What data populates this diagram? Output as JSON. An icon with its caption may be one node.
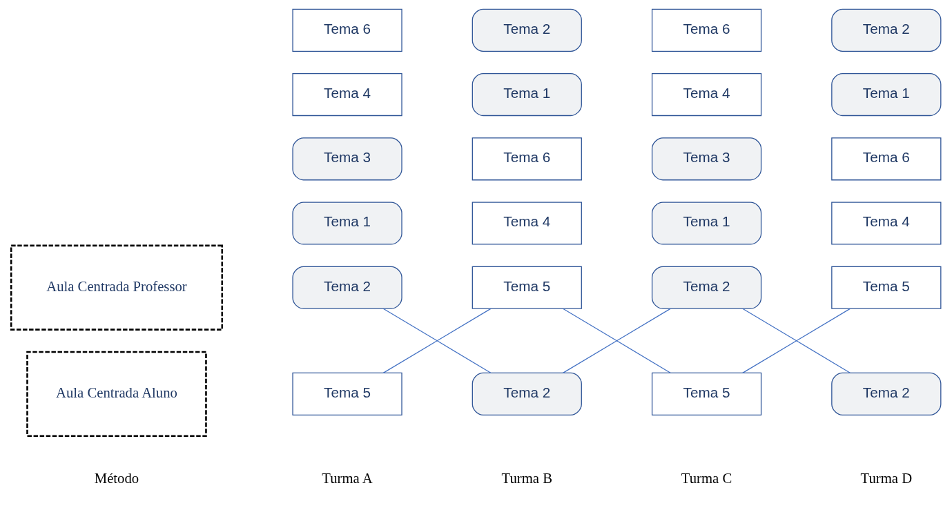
{
  "diagram": {
    "nodes": [
      {
        "text": [
          "Aula Centrada Professor"
        ]
      },
      {
        "text": [
          "Aula Centrada Aluno"
        ]
      },
      {
        "text": [
          "Tema 1"
        ]
      },
      {
        "text": [
          "Tema 4"
        ]
      },
      {
        "text": [
          "Tema 1"
        ]
      },
      {
        "text": [
          "Tema 4"
        ]
      },
      {
        "text": [
          "Tema 2"
        ]
      },
      {
        "text": [
          "Tema 5"
        ]
      },
      {
        "text": [
          "Tema 2"
        ]
      },
      {
        "text": [
          "Tema 5"
        ]
      },
      {
        "text": [
          "Tema 3"
        ]
      },
      {
        "text": [
          "Tema 6"
        ]
      },
      {
        "text": [
          "Tema 3"
        ]
      },
      {
        "text": [
          "Tema 6"
        ]
      },
      {
        "text": [
          "Tema 4"
        ]
      },
      {
        "text": [
          "Tema 1"
        ]
      },
      {
        "text": [
          "Tema 4"
        ]
      },
      {
        "text": [
          "Tema 1"
        ]
      },
      {
        "text": [
          "Tema 5"
        ]
      },
      {
        "text": [
          "Tema 2"
        ]
      },
      {
        "text": [
          "Tema 5"
        ]
      },
      {
        "text": [
          "Tema 2"
        ]
      },
      {
        "text": [
          "Tema 6"
        ]
      },
      {
        "text": [
          "Tema 2"
        ]
      },
      {
        "text": [
          "Tema 6"
        ]
      },
      {
        "text": [
          "Tema 2"
        ]
      }
    ],
    "edges": [
      {
        "from": 6,
        "to": 19,
        "arrow": "none"
      },
      {
        "from": 18,
        "to": 7,
        "arrow": "none"
      },
      {
        "from": 7,
        "to": 20,
        "arrow": "none"
      },
      {
        "from": 19,
        "to": 8,
        "arrow": "none"
      },
      {
        "from": 8,
        "to": 21,
        "arrow": "none"
      },
      {
        "from": 20,
        "to": 9,
        "arrow": "none"
      }
    ],
    "labels": [
      "Método",
      "Turma A",
      "Turma B",
      "Turma C",
      "Turma D"
    ]
  }
}
